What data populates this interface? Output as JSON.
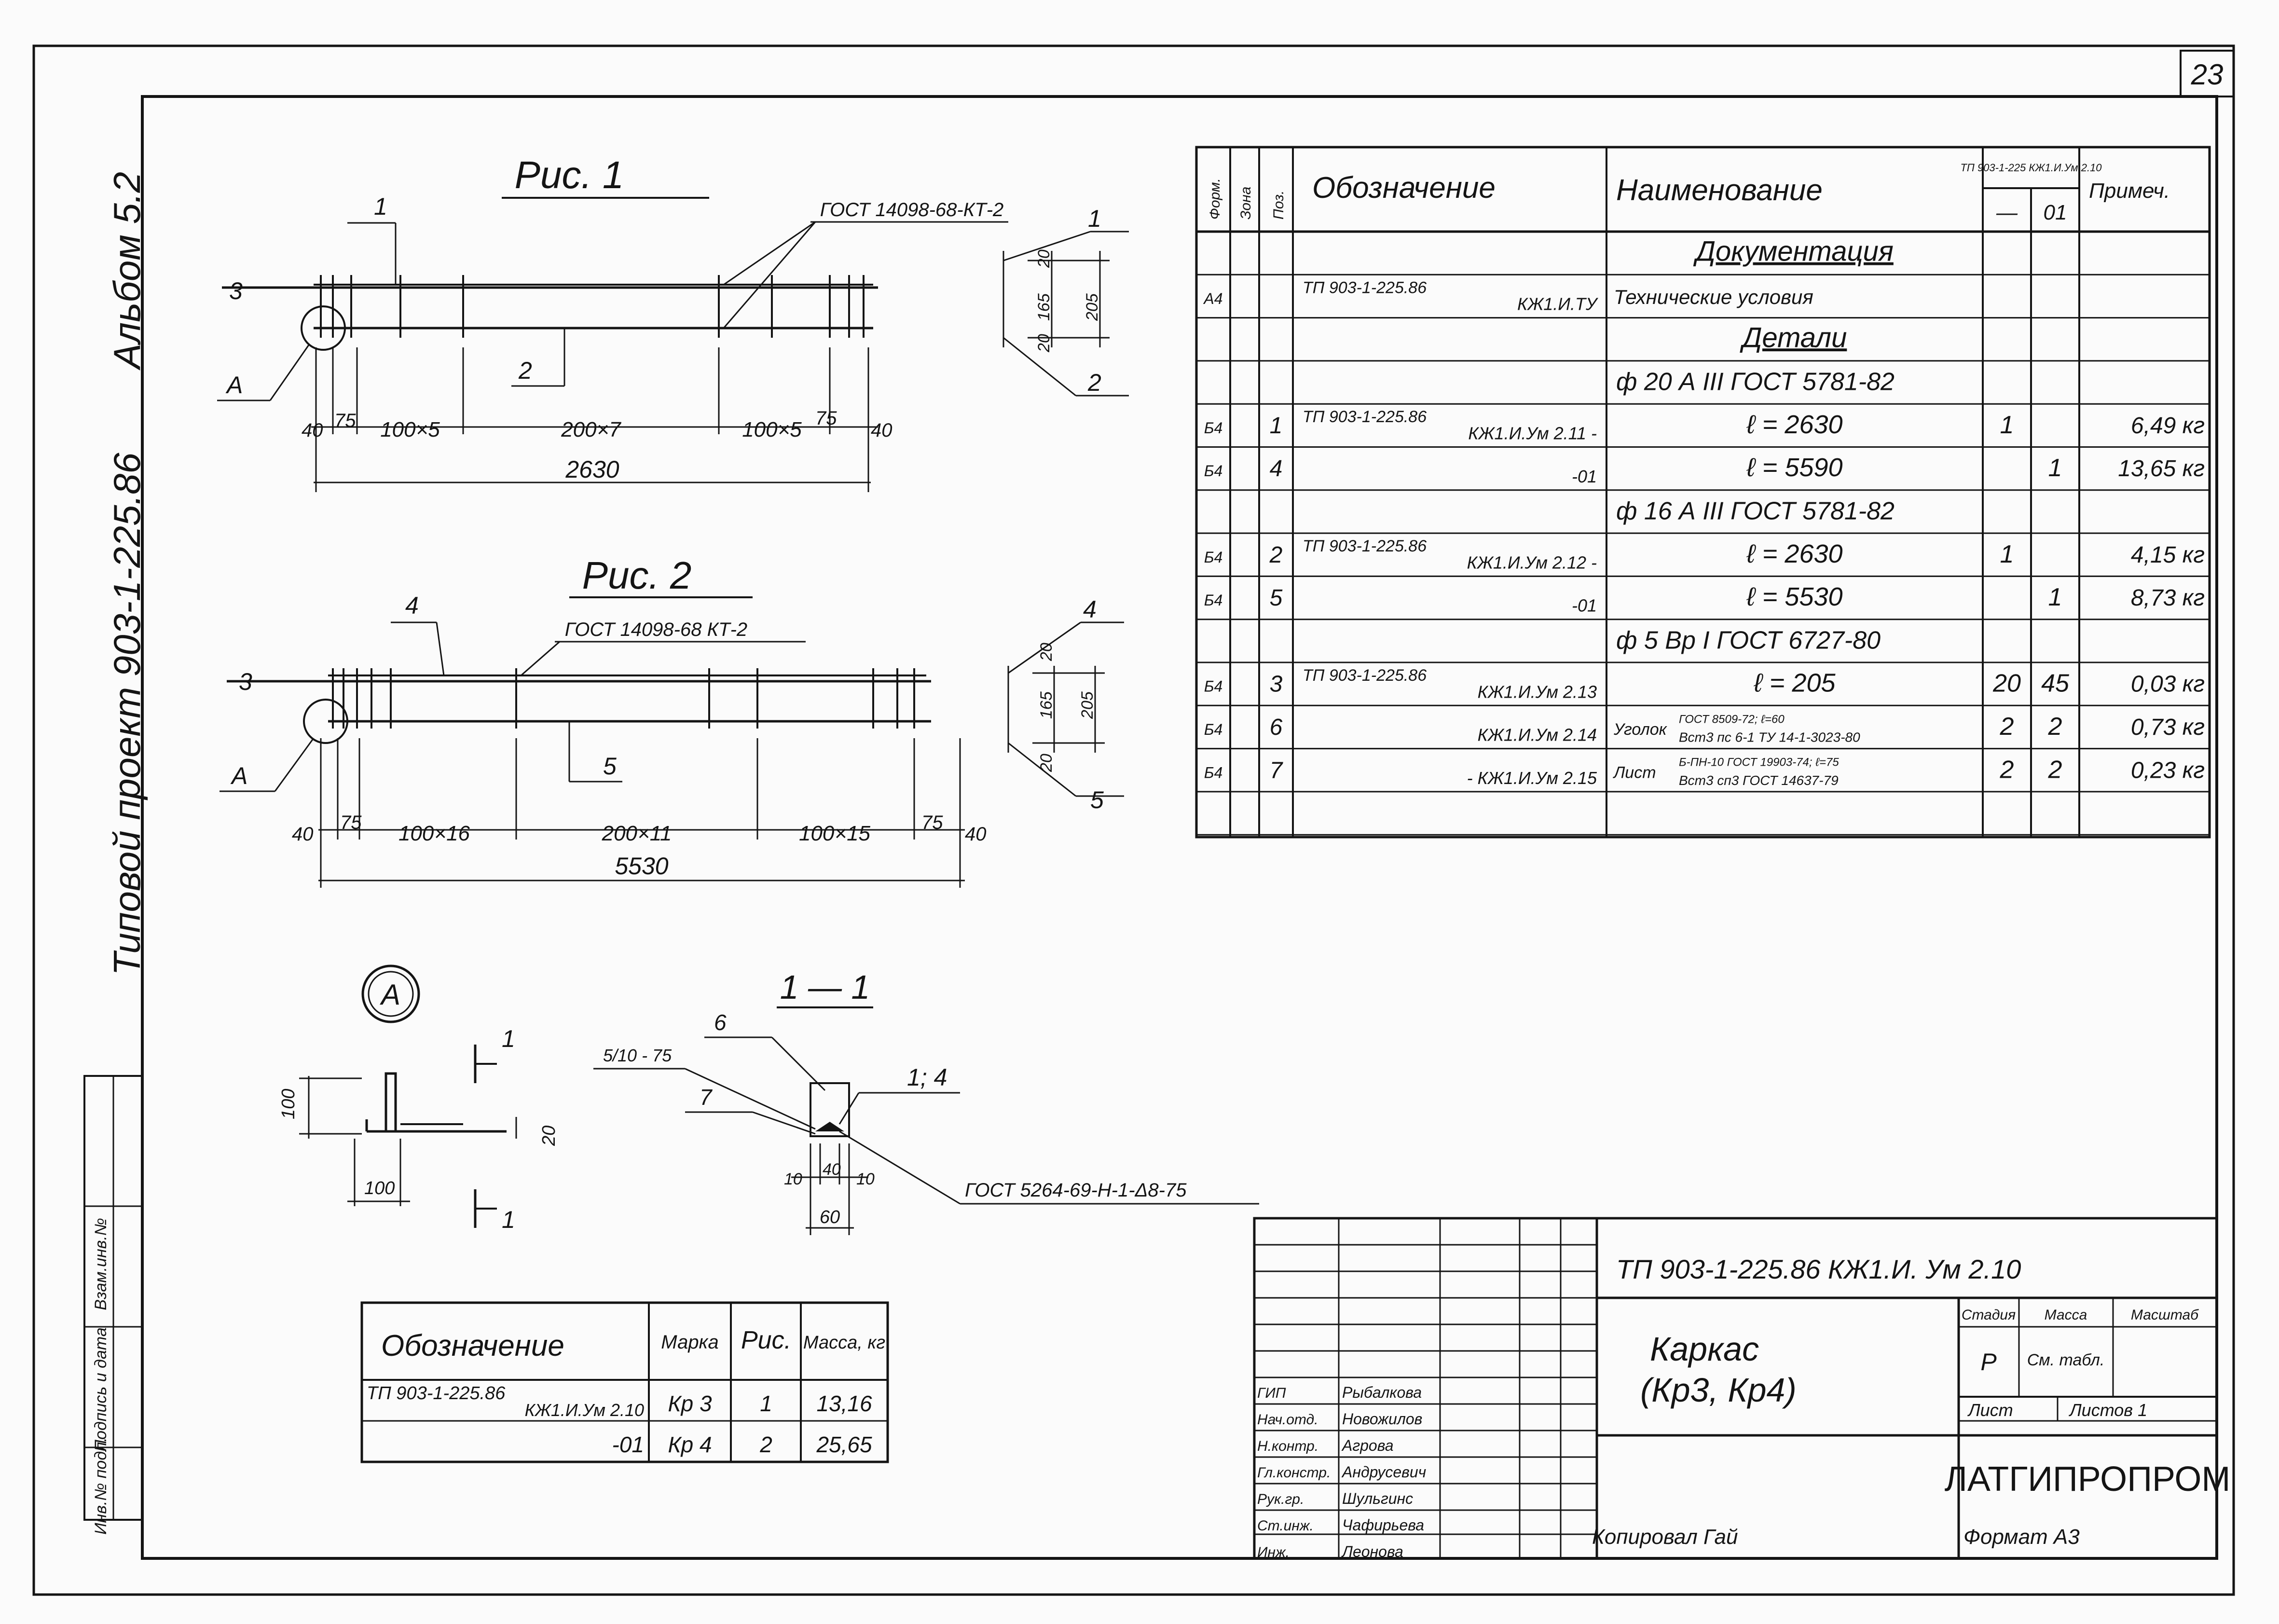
{
  "sheet_number": "23",
  "side_labels": {
    "album": "Альбом 5.2",
    "project": "Типовой проект 903-1-225.86"
  },
  "side_stamp": [
    "Инв.№ подл.",
    "Подпись и дата",
    "Взам.инв.№"
  ],
  "fig1": {
    "title": "Рис. 1",
    "gost": "ГОСТ 14098-68-КТ-2",
    "labels": [
      "1",
      "2",
      "3",
      "А",
      "1",
      "2"
    ],
    "dims": [
      "40",
      "75",
      "100×5",
      "200×7",
      "100×5",
      "75",
      "40"
    ],
    "total": "2630",
    "side_dims": [
      "20",
      "165",
      "205",
      "20"
    ]
  },
  "fig2": {
    "title": "Рис. 2",
    "gost": "ГОСТ 14098-68 КТ-2",
    "labels": [
      "4",
      "3",
      "5",
      "А",
      "4",
      "5"
    ],
    "dims": [
      "40",
      "75",
      "100×16",
      "200×11",
      "100×15",
      "75",
      "40"
    ],
    "total": "5530",
    "side_dims": [
      "20",
      "165",
      "205",
      "20"
    ]
  },
  "detail_a": {
    "mark": "А",
    "dims": [
      "100",
      "20",
      "100"
    ],
    "cut": [
      "1",
      "1"
    ]
  },
  "section": {
    "title": "1 — 1",
    "labels": [
      "6",
      "7",
      "1; 4"
    ],
    "weld": "5/10 - 75",
    "dims": [
      "10",
      "40",
      "10",
      "60"
    ],
    "gost": "ГОСТ 5264-69-Н-1-Δ8-75"
  },
  "spec": {
    "headers": {
      "format": "Форм.",
      "zone": "Зона",
      "pos": "Поз.",
      "designation": "Обозначение",
      "name": "Наименование",
      "qty_doc": "ТП 903-1-225 КЖ1.И.Ум 2.10",
      "q1": "—",
      "q2": "01",
      "note": "Примеч."
    },
    "rows": [
      {
        "f": "",
        "p": "",
        "d1": "",
        "d2": "",
        "n": "Документация",
        "a": "",
        "b": "",
        "m": "",
        "kind": "section"
      },
      {
        "f": "А4",
        "p": "",
        "d1": "ТП 903-1-225.86",
        "d2": "КЖ1.И.ТУ",
        "n": "Технические условия",
        "a": "",
        "b": "",
        "m": "",
        "kind": "row"
      },
      {
        "f": "",
        "p": "",
        "d1": "",
        "d2": "",
        "n": "Детали",
        "a": "",
        "b": "",
        "m": "",
        "kind": "section"
      },
      {
        "f": "",
        "p": "",
        "d1": "",
        "d2": "",
        "n": "ф 20 А III ГОСТ 5781-82",
        "a": "",
        "b": "",
        "m": "",
        "kind": "material"
      },
      {
        "f": "Б4",
        "p": "1",
        "d1": "ТП 903-1-225.86",
        "d2": "КЖ1.И.Ум 2.11 -",
        "n": "ℓ = 2630",
        "a": "1",
        "b": "",
        "m": "6,49 кг",
        "kind": "row"
      },
      {
        "f": "Б4",
        "p": "4",
        "d1": "",
        "d2": "-01",
        "n": "ℓ = 5590",
        "a": "",
        "b": "1",
        "m": "13,65 кг",
        "kind": "row"
      },
      {
        "f": "",
        "p": "",
        "d1": "",
        "d2": "",
        "n": "ф 16 А III ГОСТ 5781-82",
        "a": "",
        "b": "",
        "m": "",
        "kind": "material"
      },
      {
        "f": "Б4",
        "p": "2",
        "d1": "ТП 903-1-225.86",
        "d2": "КЖ1.И.Ум 2.12 -",
        "n": "ℓ = 2630",
        "a": "1",
        "b": "",
        "m": "4,15 кг",
        "kind": "row"
      },
      {
        "f": "Б4",
        "p": "5",
        "d1": "",
        "d2": "-01",
        "n": "ℓ = 5530",
        "a": "",
        "b": "1",
        "m": "8,73 кг",
        "kind": "row"
      },
      {
        "f": "",
        "p": "",
        "d1": "",
        "d2": "",
        "n": "ф 5 Вр I ГОСТ 6727-80",
        "a": "",
        "b": "",
        "m": "",
        "kind": "material"
      },
      {
        "f": "Б4",
        "p": "3",
        "d1": "ТП 903-1-225.86",
        "d2": "КЖ1.И.Ум 2.13",
        "n": "ℓ = 205",
        "a": "20",
        "b": "45",
        "m": "0,03 кг",
        "kind": "row"
      },
      {
        "f": "Б4",
        "p": "6",
        "d1": "",
        "d2": "КЖ1.И.Ум 2.14",
        "n": "Уголок",
        "n2": "Вст3 пс 6-1 ТУ 14-1-3023-80",
        "n3": "ГОСТ 8509-72; ℓ=60",
        "a": "2",
        "b": "2",
        "m": "0,73 кг",
        "kind": "row2"
      },
      {
        "f": "Б4",
        "p": "7",
        "d1": "",
        "d2": "- КЖ1.И.Ум 2.15",
        "n": "Лист",
        "n2": "Вст3 сп3 ГОСТ 14637-79",
        "n3": "Б-ПН-10 ГОСТ 19903-74; ℓ=75",
        "a": "2",
        "b": "2",
        "m": "0,23 кг",
        "kind": "row2"
      },
      {
        "f": "",
        "p": "",
        "d1": "",
        "d2": "",
        "n": "",
        "a": "",
        "b": "",
        "m": "",
        "kind": "row"
      }
    ]
  },
  "mass_table": {
    "headers": [
      "Обозначение",
      "Марка",
      "Рис.",
      "Масса, кг"
    ],
    "rows": [
      {
        "d1": "ТП 903-1-225.86",
        "d2": "КЖ1.И.Ум 2.10",
        "mark": "Кр 3",
        "fig": "1",
        "mass": "13,16"
      },
      {
        "d1": "",
        "d2": "-01",
        "mark": "Кр 4",
        "fig": "2",
        "mass": "25,65"
      }
    ]
  },
  "title_block": {
    "code": "ТП 903-1-225.86   КЖ1.И. Ум 2.10",
    "name_line1": "Каркас",
    "name_line2": "(Кр3, Кр4)",
    "stage_label": "Стадия",
    "mass_label": "Масса",
    "scale_label": "Масштаб",
    "stage": "Р",
    "mass": "См. табл.",
    "sheet_label": "Лист",
    "sheets_label": "Листов 1",
    "org": "ЛАТГИПРОПРОМ",
    "roles": [
      "ГИП",
      "Нач.отд.",
      "Н.контр.",
      "Гл.констр.",
      "Рук.гр.",
      "Ст.инж.",
      "Инж."
    ],
    "names": [
      "Рыбалкова",
      "Новожилов",
      "Агрова",
      "Андрусевич",
      "Шульгинс",
      "Чафирьева",
      "Леонова"
    ]
  },
  "footer": {
    "copied": "Копировал Гай",
    "format": "Формат А3"
  }
}
